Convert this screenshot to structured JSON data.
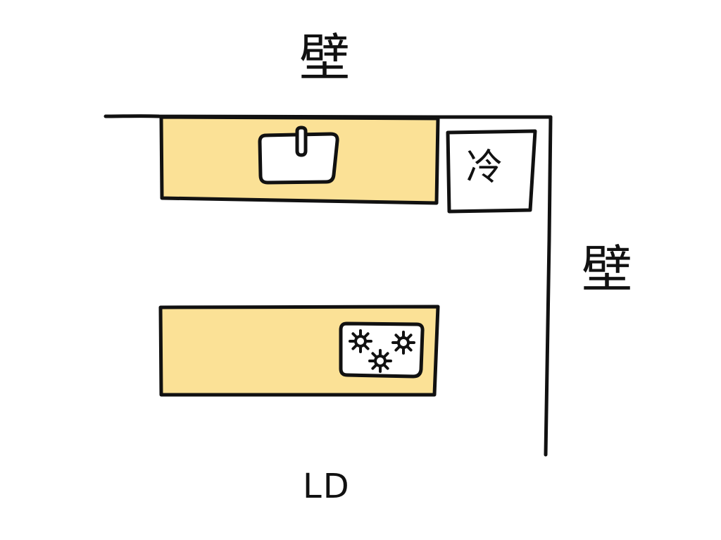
{
  "labels": {
    "wall_top": "壁",
    "wall_right": "壁",
    "fridge": "冷",
    "living_dining": "LD"
  },
  "colors": {
    "countertop": "#fbe196",
    "outline": "#111111",
    "appliance": "#ffffff",
    "background": "#ffffff"
  },
  "icons": {
    "sink": "sink-icon",
    "faucet": "faucet-icon",
    "stove": "gas-stove-icon",
    "burner": "burner-icon"
  },
  "stove": {
    "burner_count": 3
  }
}
